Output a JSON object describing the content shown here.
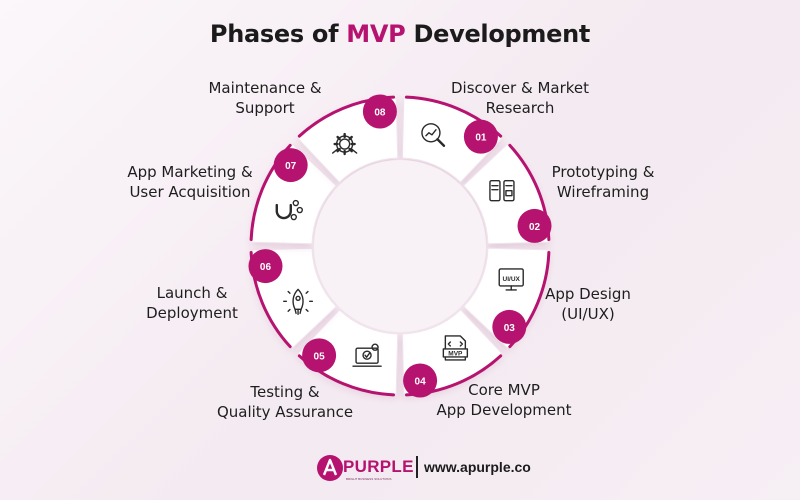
{
  "title": {
    "prefix": "Phases of ",
    "accent": "MVP",
    "suffix": " Development"
  },
  "colors": {
    "accent": "#b5136f",
    "ring": "#b5136f",
    "card": "#ffffff"
  },
  "phases": [
    {
      "number": "01",
      "line1": "Discover & Market",
      "line2": "Research",
      "icon": "magnifier-chart-icon"
    },
    {
      "number": "02",
      "line1": "Prototyping &",
      "line2": "Wireframing",
      "icon": "wireframe-screens-icon"
    },
    {
      "number": "03",
      "line1": "App Design",
      "line2": "(UI/UX)",
      "icon": "ui-ux-monitor-icon",
      "icon_text": "UI/UX"
    },
    {
      "number": "04",
      "line1": "Core MVP",
      "line2": "App Development",
      "icon": "mvp-document-icon",
      "icon_text": "MVP"
    },
    {
      "number": "05",
      "line1": "Testing &",
      "line2": "Quality Assurance",
      "icon": "testing-laptop-icon"
    },
    {
      "number": "06",
      "line1": "Launch &",
      "line2": "Deployment",
      "icon": "rocket-launch-icon"
    },
    {
      "number": "07",
      "line1": "App Marketing &",
      "line2": "User Acquisition",
      "icon": "magnet-icon"
    },
    {
      "number": "08",
      "line1": "Maintenance &",
      "line2": "Support",
      "icon": "gear-tools-icon"
    }
  ],
  "footer": {
    "brand": "PURPLE",
    "tagline": "BRIGHT BUSINESS SOLUTIONS",
    "separator": "|",
    "url": "www.apurple.co"
  }
}
